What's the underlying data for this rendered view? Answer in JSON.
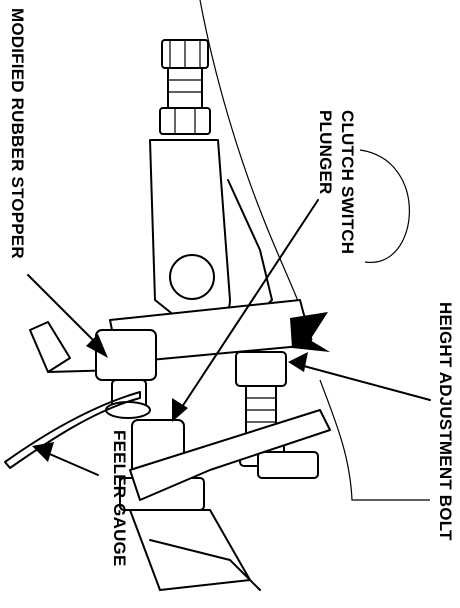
{
  "labels": {
    "modified_rubber_stopper": "MODIFIED RUBBER STOPPER",
    "clutch_switch_line1": "CLUTCH SWITCH",
    "clutch_switch_line2": "PLUNGER",
    "height_adjustment_bolt": "HEIGHT ADJUSTMENT BOLT",
    "feeler_gauge": "FEELER GAUGE"
  }
}
